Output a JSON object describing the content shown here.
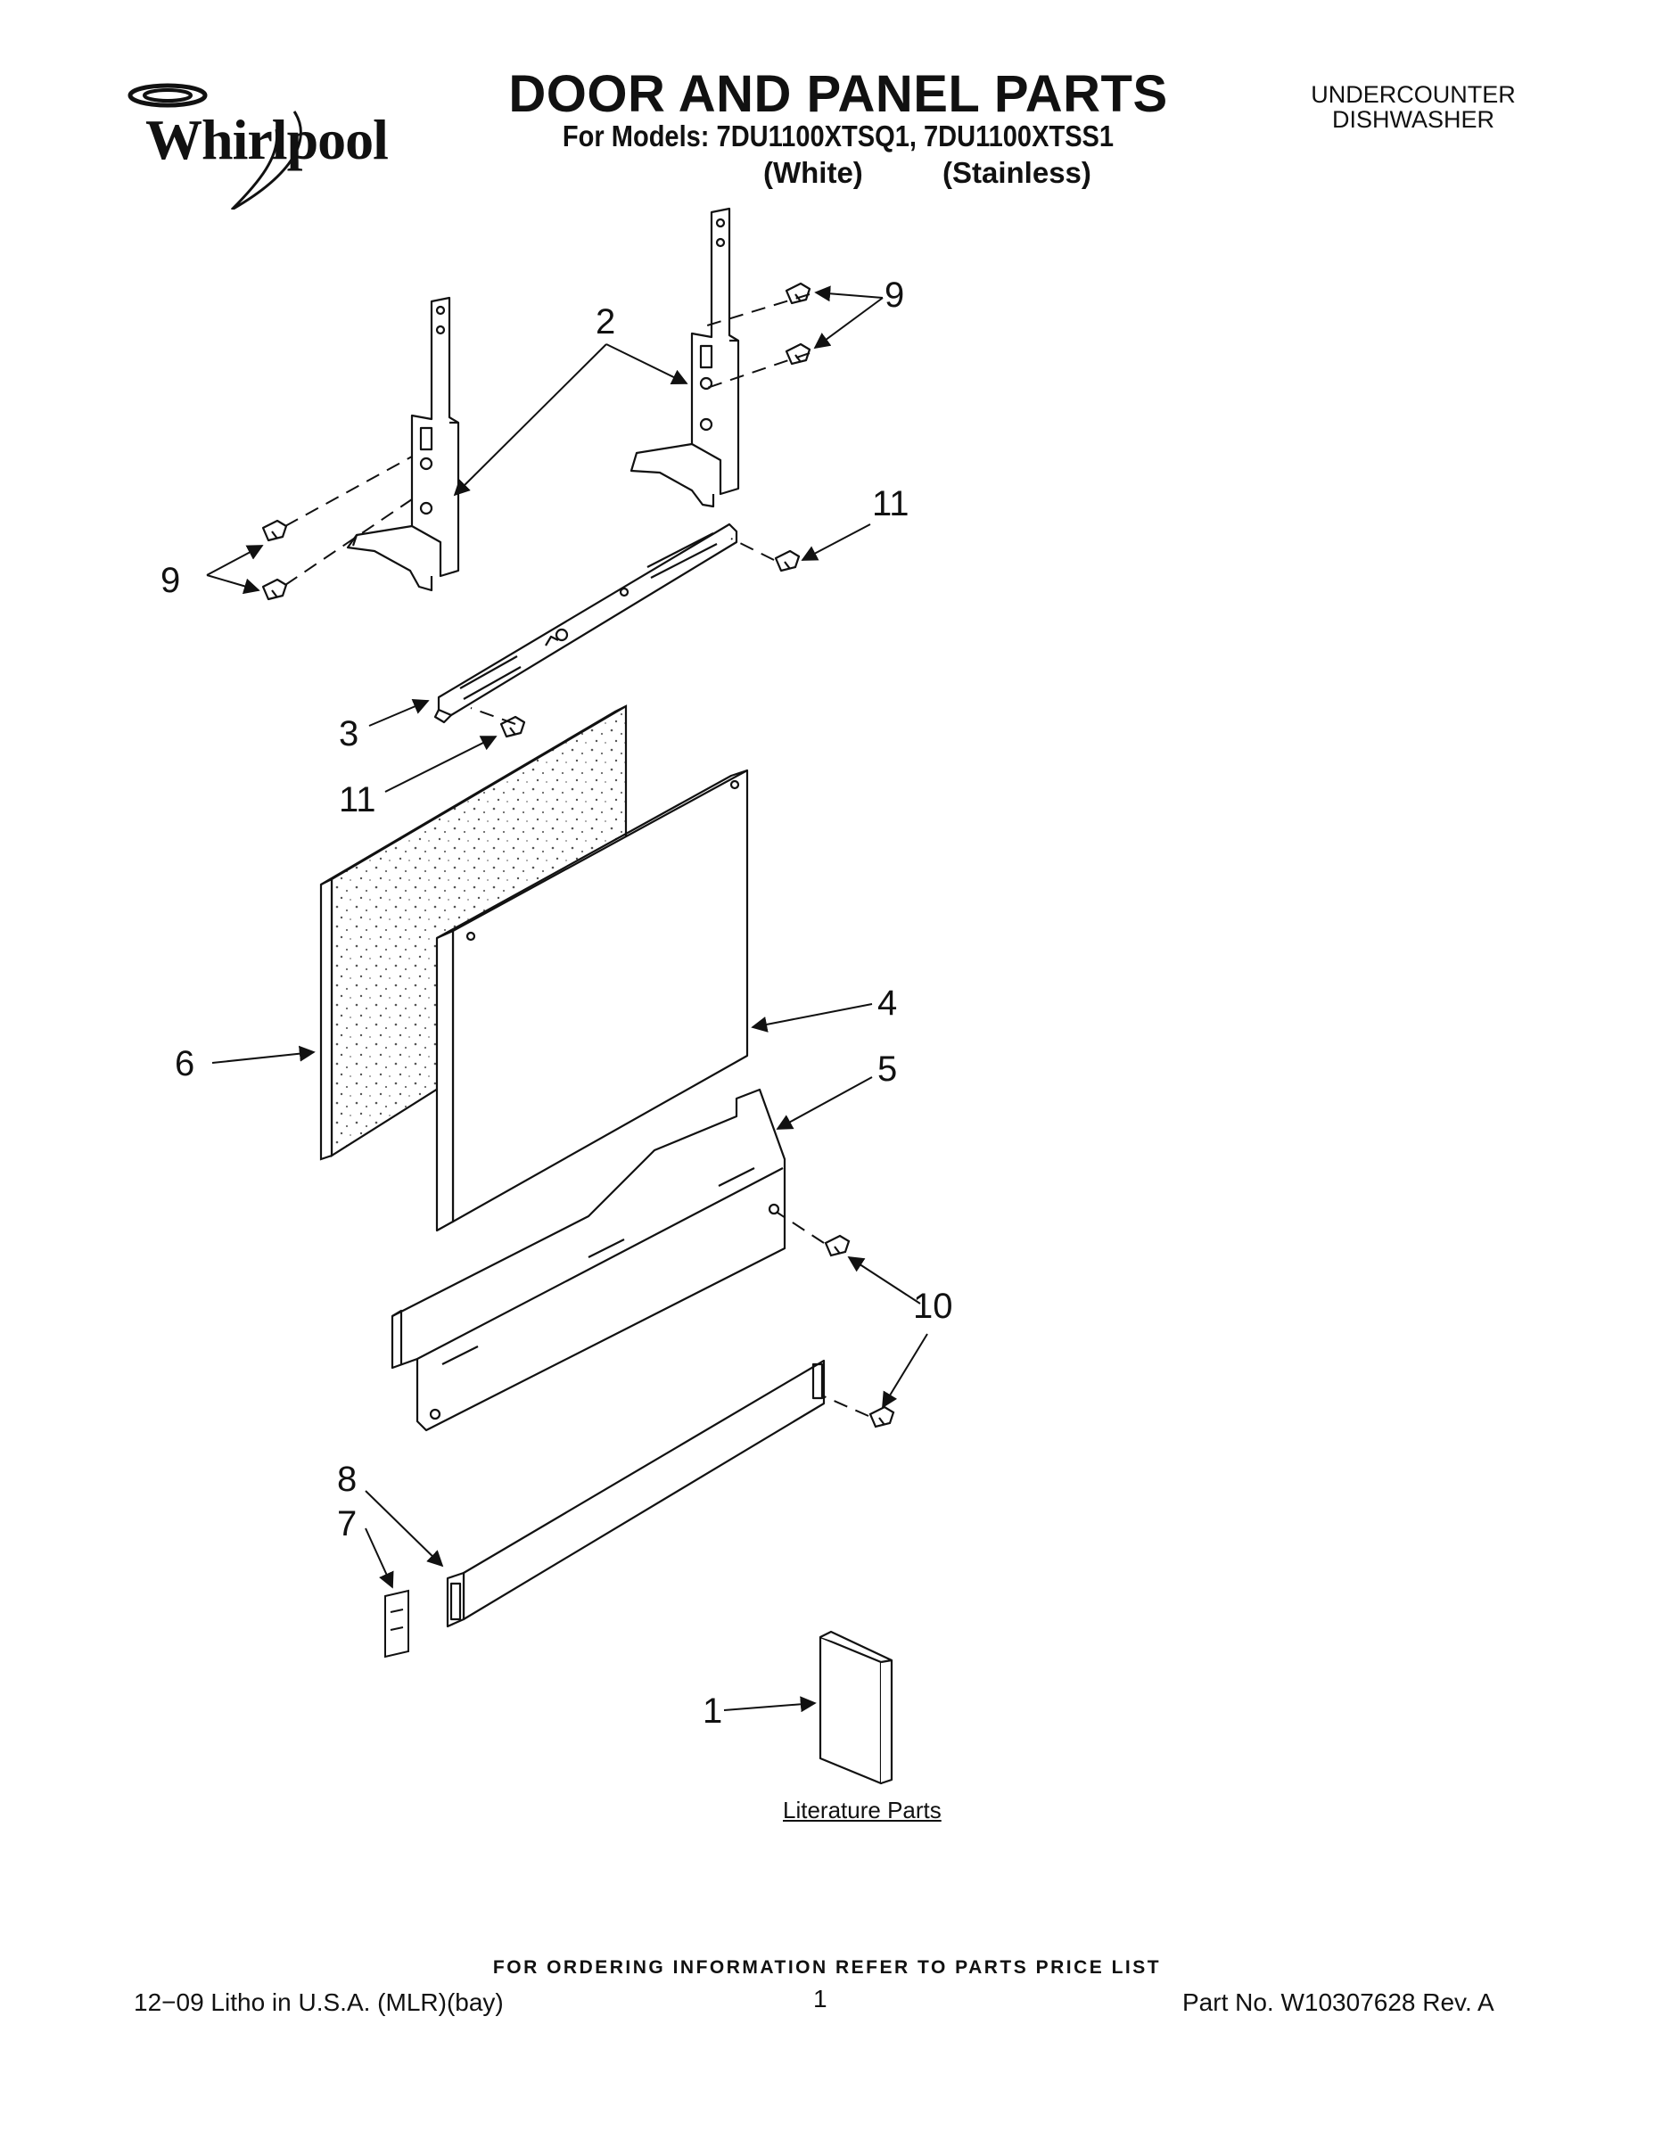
{
  "header": {
    "brand": "Whirlpool",
    "title": "DOOR AND PANEL PARTS",
    "models": "For Models: 7DU1100XTSQ1, 7DU1100XTSS1",
    "variant_white": "(White)",
    "variant_stainless": "(Stainless)",
    "category_line1": "UNDERCOUNTER",
    "category_line2": "DISHWASHER"
  },
  "diagram": {
    "callouts": {
      "c1": "1",
      "c2": "2",
      "c3": "3",
      "c4": "4",
      "c5": "5",
      "c6": "6",
      "c7": "7",
      "c8": "8",
      "c9a": "9",
      "c9b": "9",
      "c10": "10",
      "c11a": "11",
      "c11b": "11"
    },
    "literature_label": "Literature Parts"
  },
  "footer": {
    "ordering_note": "FOR ORDERING INFORMATION REFER TO PARTS PRICE LIST",
    "litho": "12−09 Litho in U.S.A. (MLR)(bay)",
    "page": "1",
    "part_no": "Part No. W10307628 Rev. A"
  }
}
